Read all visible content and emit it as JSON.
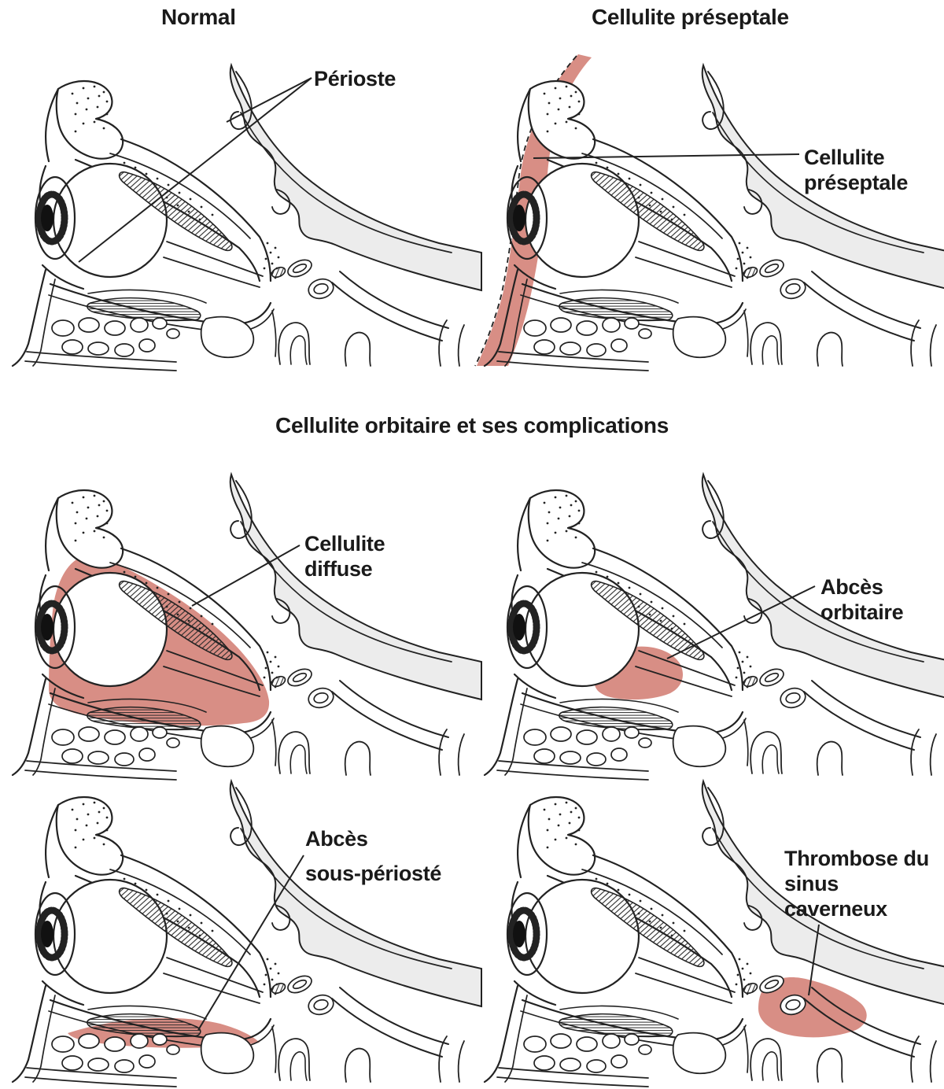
{
  "page": {
    "background": "#ffffff"
  },
  "colors": {
    "highlight": "#d88e85",
    "bone_gray": "#ececec",
    "line": "#222222"
  },
  "section_header": "Cellulite orbitaire et ses complications",
  "panels": [
    {
      "id": "normal",
      "title": "Normal",
      "label": {
        "lines": [
          "Périoste"
        ]
      }
    },
    {
      "id": "preseptal",
      "title": "Cellulite préseptale",
      "label": {
        "lines": [
          "Cellulite",
          "préseptale"
        ]
      }
    },
    {
      "id": "diffuse",
      "label": {
        "lines": [
          "Cellulite",
          "diffuse"
        ]
      }
    },
    {
      "id": "orbital-abscess",
      "label": {
        "lines": [
          "Abcès",
          "orbitaire"
        ]
      }
    },
    {
      "id": "subperiosteal-abscess",
      "label": {
        "lines": [
          "Abcès",
          "sous-périosté"
        ]
      }
    },
    {
      "id": "cavernous-sinus-thrombosis",
      "label": {
        "lines": [
          "Thrombose du",
          "sinus",
          "caverneux"
        ]
      }
    }
  ]
}
